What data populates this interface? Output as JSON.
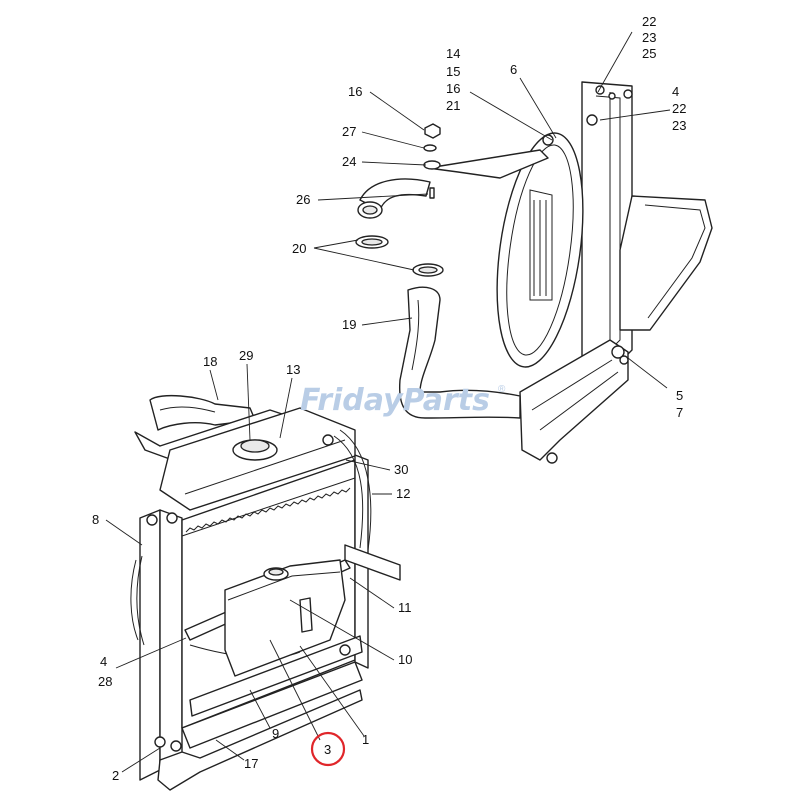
{
  "watermark": {
    "text": "FridayParts",
    "superscript": "®",
    "color": "#b9cde6"
  },
  "highlight": {
    "callout": "3",
    "color": "#e0262a"
  },
  "callouts": {
    "c22a": "22",
    "c23a": "23",
    "c25": "25",
    "c14": "14",
    "c15": "15",
    "c16a": "16",
    "c21": "21",
    "c6": "6",
    "c4a": "4",
    "c22b": "22",
    "c23b": "23",
    "c16b": "16",
    "c27": "27",
    "c24": "24",
    "c26": "26",
    "c20": "20",
    "c19": "19",
    "c18": "18",
    "c29": "29",
    "c13": "13",
    "c5": "5",
    "c7": "7",
    "c30": "30",
    "c12": "12",
    "c8": "8",
    "c11": "11",
    "c10": "10",
    "c4b": "4",
    "c28": "28",
    "c9": "9",
    "c1": "1",
    "c3": "3",
    "c2": "2",
    "c17": "17"
  }
}
